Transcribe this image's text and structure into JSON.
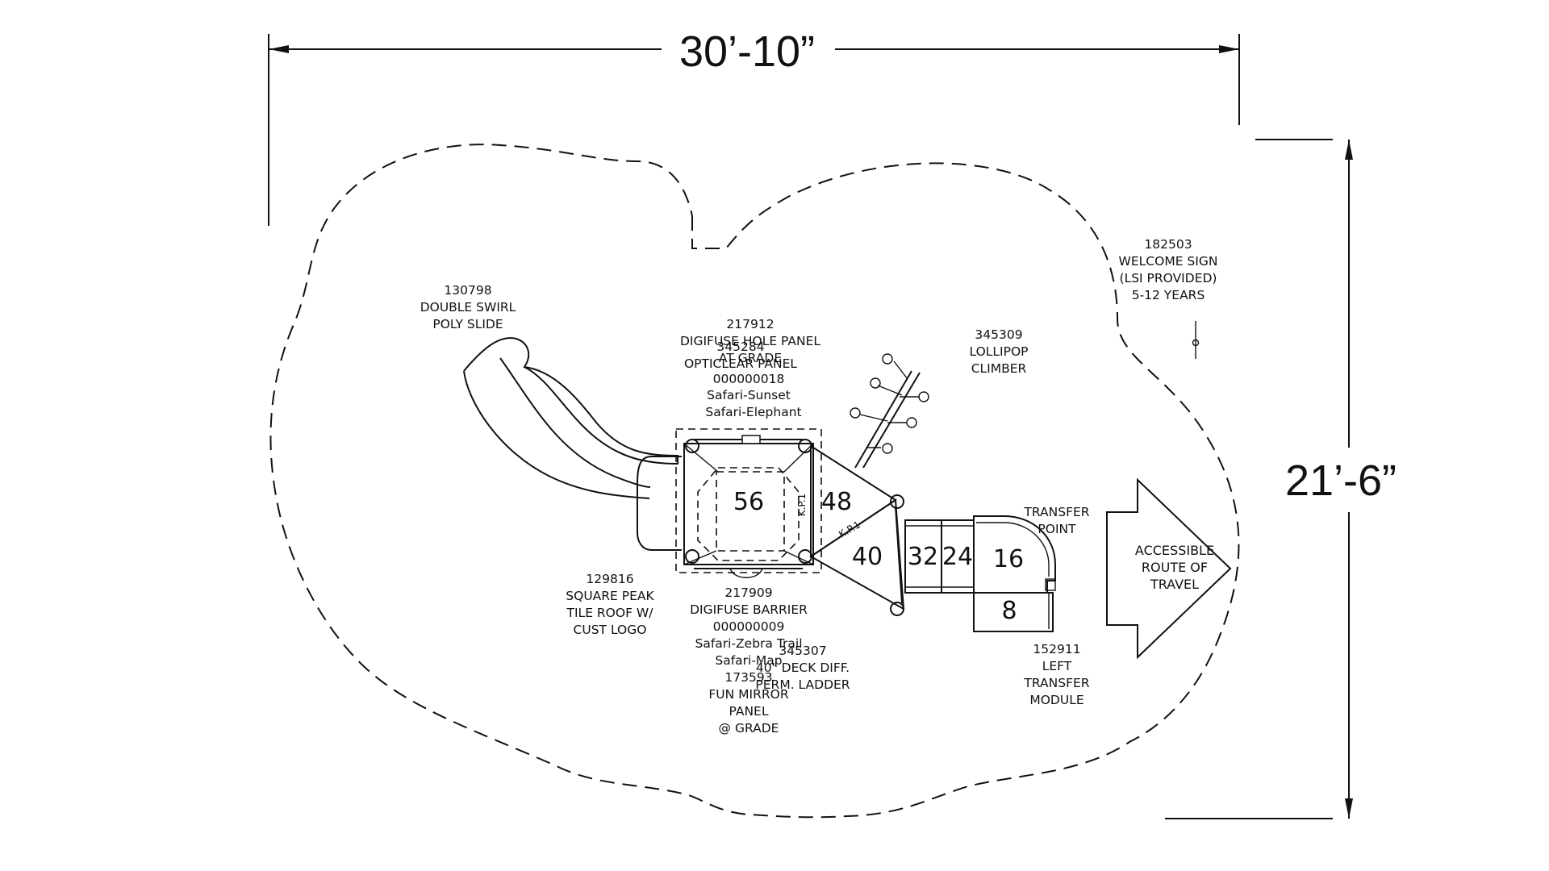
{
  "dimensions": {
    "width": "30’-10”",
    "height": "21’-6”"
  },
  "labels": {
    "slide": [
      "130798",
      "DOUBLE SWIRL",
      "POLY SLIDE"
    ],
    "hole_panel": [
      "217912",
      "DIGIFUSE HOLE PANEL",
      "AT GRADE"
    ],
    "opticlear": [
      "345284",
      "OPTICLEAR PANEL",
      "000000018",
      "Safari-Sunset",
      "Safari-Elephant"
    ],
    "lollipop": [
      "345309",
      "LOLLIPOP",
      "CLIMBER"
    ],
    "welcome_sign": [
      "182503",
      "WELCOME SIGN",
      "(LSI PROVIDED)",
      "5-12 YEARS"
    ],
    "transfer_point": [
      "TRANSFER",
      "POINT"
    ],
    "roof": [
      "129816",
      "SQUARE PEAK",
      "TILE ROOF W/",
      "CUST LOGO"
    ],
    "barrier": [
      "217909",
      "DIGIFUSE BARRIER",
      "000000009",
      "Safari-Zebra Trail",
      "Safari-Map"
    ],
    "ladder": [
      "345307",
      "40\" DECK DIFF.",
      "PERM. LADDER"
    ],
    "mirror": [
      "173593",
      "FUN MIRROR",
      "PANEL",
      "@ GRADE"
    ],
    "transfer_module": [
      "152911",
      "LEFT",
      "TRANSFER",
      "MODULE"
    ],
    "accessible": [
      "ACCESSIBLE",
      "ROUTE OF",
      "TRAVEL"
    ]
  },
  "decks": {
    "d56": "56",
    "d48": "48",
    "d40": "40",
    "d32": "32",
    "d24": "24",
    "d16": "16",
    "d8": "8"
  },
  "kp_marks": {
    "kp1": "K.P.1",
    "kp2": "K.P.1"
  }
}
